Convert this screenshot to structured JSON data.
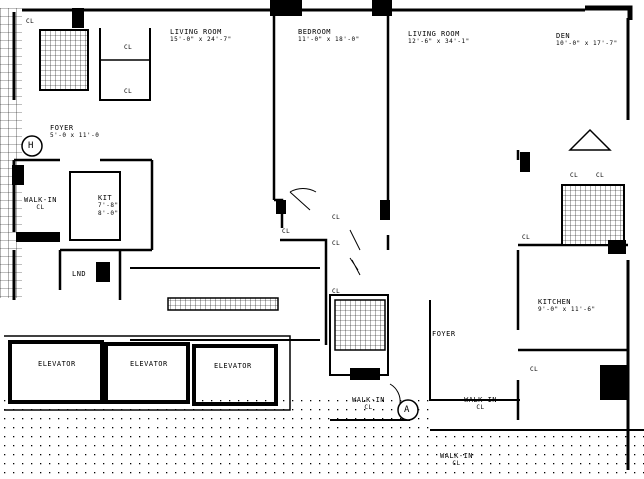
{
  "rooms": {
    "living_room_1": {
      "name": "LIVING ROOM",
      "dims": "15'-0\" x 24'-7\""
    },
    "bedroom": {
      "name": "BEDROOM",
      "dims": "11'-0\" x 18'-0\""
    },
    "living_room_2": {
      "name": "LIVING ROOM",
      "dims": "12'-6\" x 34'-1\""
    },
    "den": {
      "name": "DEN",
      "dims": "10'-0\" x 17'-7\""
    },
    "foyer_1": {
      "name": "FOYER",
      "dims": "5'-0 x 11'-0"
    },
    "walkin_1": {
      "name": "WALK-IN",
      "sub": "CL"
    },
    "kit": {
      "name": "KIT",
      "dims1": "7'-8\"",
      "dims2": "8'-0\""
    },
    "lnd": {
      "name": "LND"
    },
    "foyer_2": {
      "name": "FOYER"
    },
    "kitchen": {
      "name": "KITCHEN",
      "dims": "9'-0\" x 11'-6\""
    },
    "walkin_2": {
      "name": "WALK-IN",
      "sub": "CL"
    },
    "walkin_3": {
      "name": "WALK-IN",
      "sub": "CL"
    },
    "walkin_4": {
      "name": "WALK-IN",
      "sub": "CL"
    },
    "elevators": [
      "ELEVATOR",
      "ELEVATOR",
      "ELEVATOR"
    ],
    "closet": "CL"
  },
  "markers": {
    "h": "H",
    "a": "A"
  }
}
